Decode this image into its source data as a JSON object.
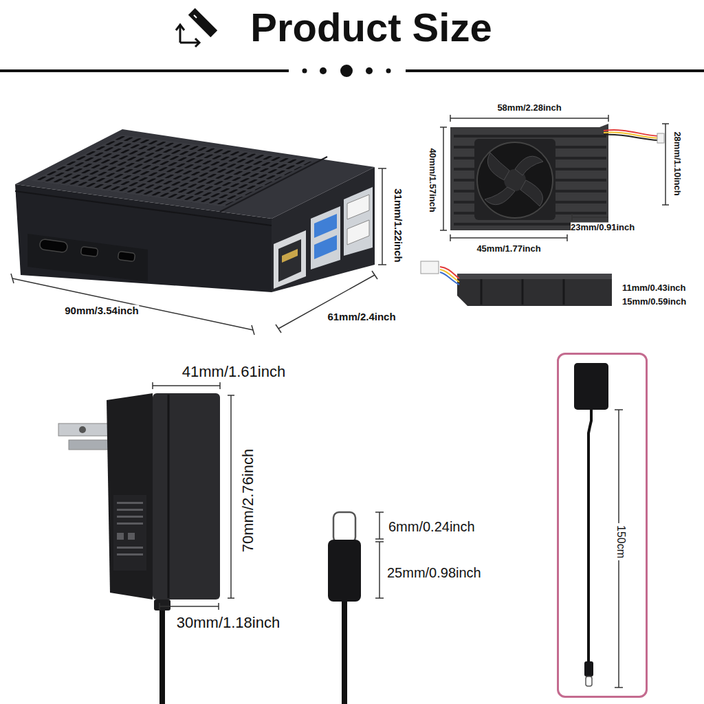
{
  "diagram": {
    "title": "Product Size",
    "nodes": [
      {
        "text": [
          "150cm"
        ]
      }
    ],
    "labels": [
      "90mm/3.54inch",
      "61mm/2.4inch",
      "31mm/1.22inch",
      "58mm/2.28inch",
      "40mm/1.57inch",
      "28mm/1.10inch",
      "23mm/0.91inch",
      "45mm/1.77inch",
      "11mm/0.43inch",
      "15mm/0.59inch",
      "41mm/1.61inch",
      "70mm/2.76inch",
      "30mm/1.18inch",
      "6mm/0.24inch",
      "25mm/0.98inch"
    ]
  }
}
